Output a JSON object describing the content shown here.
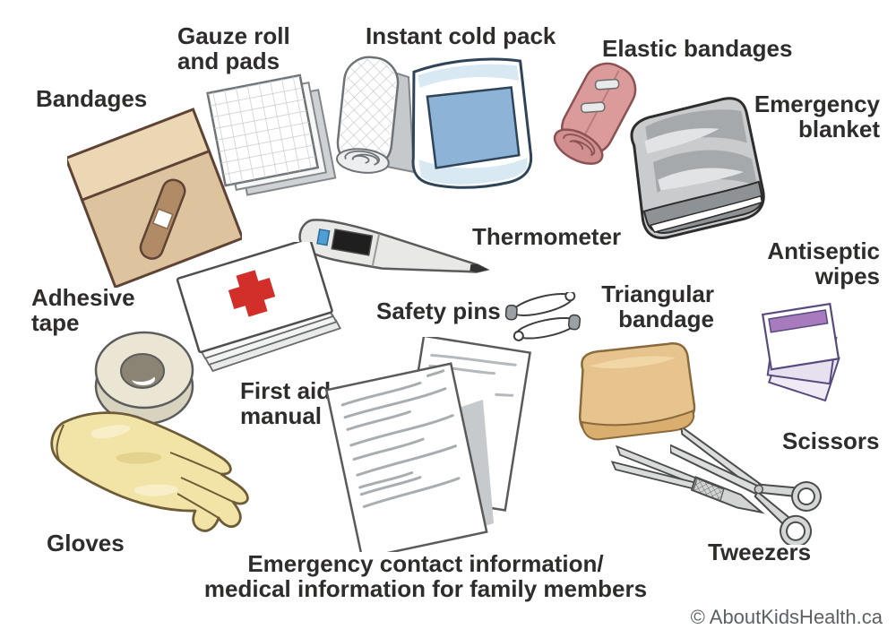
{
  "labels": {
    "bandages": "Bandages",
    "gauze_line1": "Gauze roll",
    "gauze_line2": "and pads",
    "instant_cold_pack": "Instant cold pack",
    "elastic_bandages": "Elastic bandages",
    "emergency_blanket_line1": "Emergency",
    "emergency_blanket_line2": "blanket",
    "thermometer": "Thermometer",
    "antiseptic_line1": "Antiseptic",
    "antiseptic_line2": "wipes",
    "adhesive_line1": "Adhesive",
    "adhesive_line2": "tape",
    "safety_pins": "Safety pins",
    "triangular_line1": "Triangular",
    "triangular_line2": "bandage",
    "first_aid_line1": "First aid",
    "first_aid_line2": "manual",
    "scissors": "Scissors",
    "gloves": "Gloves",
    "emergency_contact_line1": "Emergency contact information/",
    "emergency_contact_line2": "medical information for family members",
    "tweezers": "Tweezers"
  },
  "footer": {
    "copyright": "© AboutKidsHealth.ca"
  },
  "colors": {
    "label_text": "#2e2d2c",
    "copyright_text": "#5d6164",
    "bandage_box_tan": "#ddc49f",
    "cold_pack_blue": "#8db4d7",
    "elastic_pink": "#dc9b9b",
    "blanket_gray": "#c9cbcd",
    "wipes_purple": "#a77bbd",
    "glove_yellow": "#f1e4a6",
    "triangular_tan": "#e7c48d",
    "manual_cross_red": "#d32f2a",
    "tape_cream": "#eae6d3"
  }
}
